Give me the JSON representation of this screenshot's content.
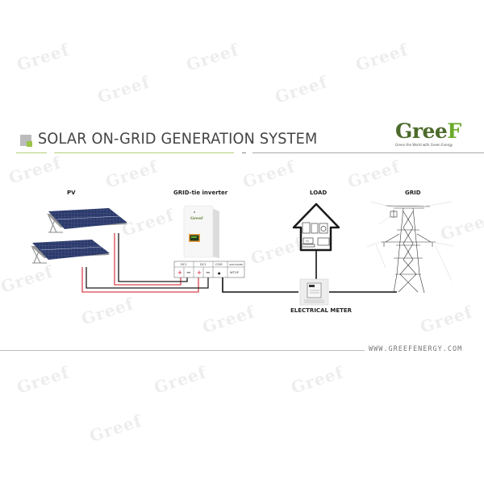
{
  "header": {
    "title": "SOLAR ON-GRID GENERATION SYSTEM",
    "accent_color": "#9cc34a"
  },
  "logo": {
    "word": "Gree",
    "word_last": "F",
    "tagline": "Green the World with Green Energy",
    "brand_color": "#4c6a2b"
  },
  "watermark": {
    "text": "Greef"
  },
  "diagram": {
    "nodes": {
      "pv": {
        "label": "PV",
        "icon": "solar-panel-icon"
      },
      "inverter": {
        "label": "GRID-tie inverter",
        "icon": "inverter-icon",
        "brand": "Greef"
      },
      "load": {
        "label": "LOAD",
        "icon": "house-icon",
        "appliance_tv": "TV"
      },
      "grid": {
        "label": "GRID",
        "icon": "transmission-tower-icon"
      },
      "meter": {
        "label": "ELECTRICAL METER",
        "icon": "electric-meter-icon"
      }
    },
    "terminal_block": {
      "columns": [
        {
          "header": "DC1",
          "cells": [
            "+",
            "−"
          ]
        },
        {
          "header": "DC1",
          "cells": [
            "+",
            "−"
          ]
        },
        {
          "header": "COM",
          "cells": [
            "●"
          ]
        },
        {
          "header": "GRID POWER",
          "cells": [
            "WTOP"
          ]
        }
      ]
    },
    "wire_colors": {
      "positive": "#d9434f",
      "negative": "#1a1a1a",
      "ac": "#111111"
    }
  },
  "footer": {
    "url": "WWW.GREEFENERGY.COM"
  }
}
